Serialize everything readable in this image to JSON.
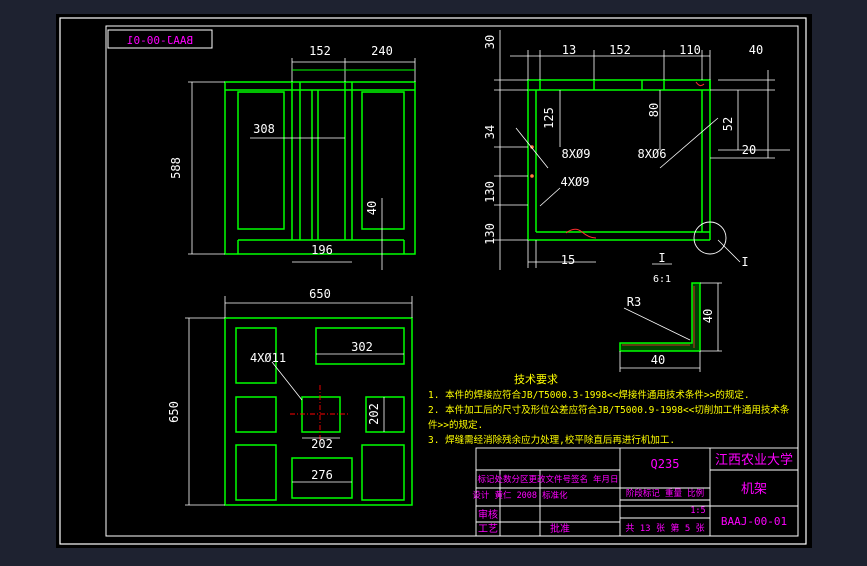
{
  "colors": {
    "background": "#1e2230",
    "paper": "#000000",
    "frame": "#ffffff",
    "outline": "#00ff00",
    "dimension": "#ffffff",
    "text_cyan": "#00ffff",
    "text_magenta": "#ff00ff",
    "text_yellow": "#ffff00",
    "text_white": "#ffffff",
    "center": "#ff0000",
    "accent_red": "#ff3030"
  },
  "stamp_code": "BAAJ-00-01",
  "front_view": {
    "dims": {
      "top_a": "152",
      "top_b": "240",
      "height": "588",
      "inner_w": "308",
      "right_h": "40",
      "bottom_w": "196"
    }
  },
  "top_view": {
    "dims": {
      "width": "650",
      "height": "650",
      "top_open": "302",
      "hole_note": "4XØ11",
      "right_h": "202",
      "mid_w": "202",
      "bottom_w": "276"
    }
  },
  "side_view": {
    "dims": {
      "top_a": "13",
      "top_b": "152",
      "top_c": "110",
      "top_d": "40",
      "left_30": "30",
      "left_34": "34",
      "left_125": "125",
      "left_130a": "130",
      "left_130b": "130",
      "bottom_15": "15",
      "right_80": "80",
      "right_52": "52",
      "right_20": "20"
    },
    "notes": {
      "hole_a": "8XØ9",
      "hole_b": "8XØ6",
      "hole_c": "4XØ9"
    },
    "detail_mark": "I",
    "detail_scale_top": "I",
    "detail_scale_bottom": "6:1"
  },
  "angle_detail": {
    "radius": "R3",
    "dim_v": "40",
    "dim_h": "40"
  },
  "tech_req": {
    "title": "技术要求",
    "lines": [
      "1. 本件的焊接应符合JB/T5000.3-1998<<焊接件通用技术条件>>的规定.",
      "2. 本件加工后的尺寸及形位公差应符合JB/T5000.9-1998<<切削加工件通用技术条",
      "件>>的规定.",
      "3. 焊缝需经消除残余应力处理,校平除直后再进行机加工."
    ]
  },
  "title_block": {
    "material": "Q235",
    "school": "江西农业大学",
    "part_name": "机架",
    "drawing_no": "BAAJ-00-01",
    "row1": "标记处数分区更改文件号签名 年月日",
    "row2": "设计 黄仁 2008 标准化",
    "check": "审核",
    "process": "工艺",
    "approve": "批准",
    "stage_label": "阶段标记 重量 比例",
    "scale": "1:5",
    "sheets": "共 13 张 第 5 张"
  }
}
